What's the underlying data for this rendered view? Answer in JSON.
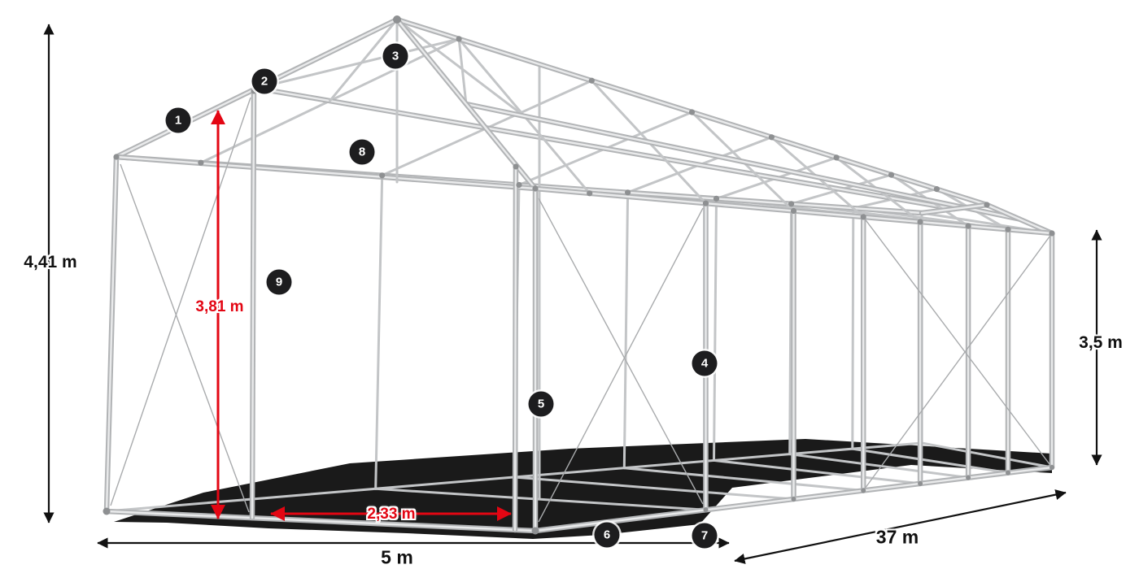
{
  "diagram": {
    "subject": "party tent frame with dimensions"
  },
  "dimensions": {
    "total_height": {
      "label": "4,41 m",
      "color": "#111111"
    },
    "inner_height": {
      "label": "3,81 m",
      "color": "#e30613"
    },
    "side_height": {
      "label": "3,5 m",
      "color": "#111111"
    },
    "width": {
      "label": "5 m",
      "color": "#111111"
    },
    "length": {
      "label": "37 m",
      "color": "#111111"
    },
    "passage_width": {
      "label": "2,33 m",
      "color": "#e30613"
    }
  },
  "markers": [
    {
      "label": "1"
    },
    {
      "label": "2"
    },
    {
      "label": "3"
    },
    {
      "label": "4"
    },
    {
      "label": "5"
    },
    {
      "label": "6"
    },
    {
      "label": "7"
    },
    {
      "label": "8"
    },
    {
      "label": "9"
    }
  ],
  "colors": {
    "accent_red": "#e30613",
    "marker_background": "#1d1d1f",
    "marker_text": "#ffffff",
    "frame_tube": "#b2b4b6",
    "background": "#ffffff"
  }
}
